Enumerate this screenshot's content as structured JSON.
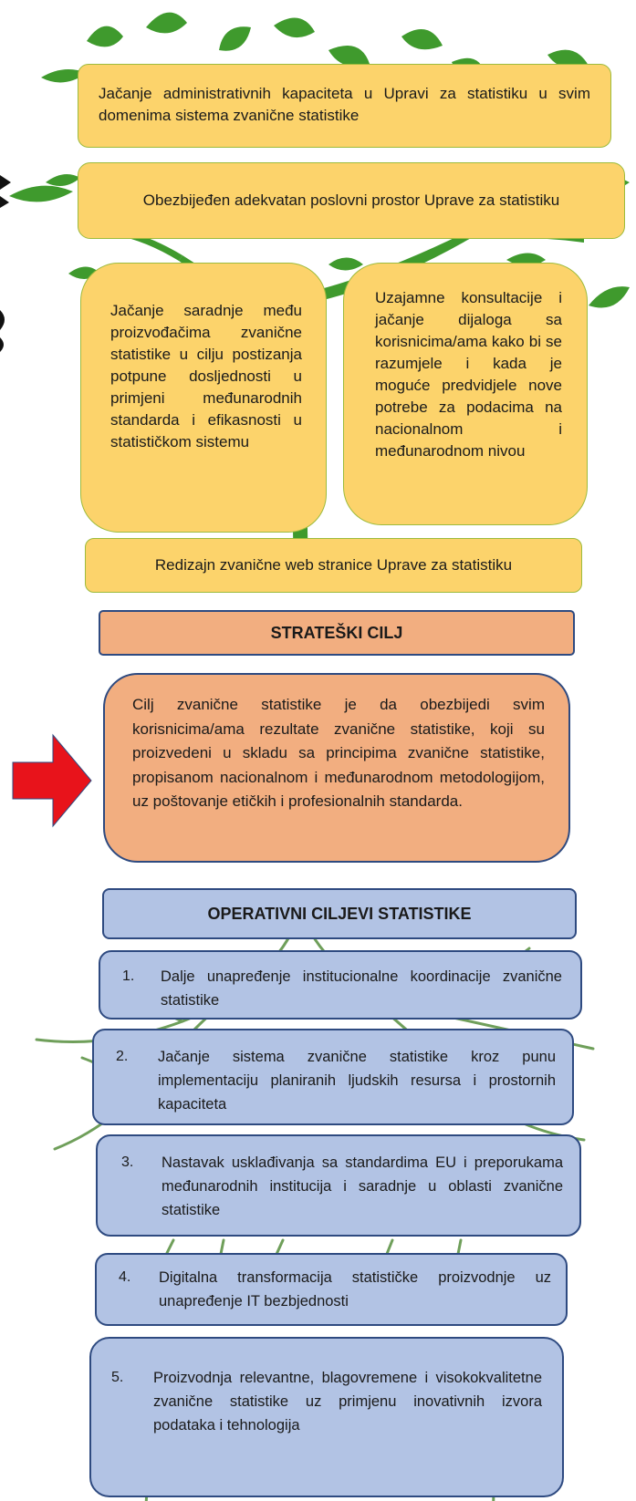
{
  "top_goals": [
    "Jačanje administrativnih kapaciteta u Upravi za statistiku u svim domenima sistema zvanične statistike",
    "Obezbijeđen adekvatan poslovni prostor Uprave za statistiku",
    "Jačanje saradnje među proizvođačima zvanične statistike u cilju postizanja potpune dosljednosti u primjeni međunarodnih standarda i efikasnosti u statističkom sistemu",
    "Uzajamne konsultacije i jačanje dijaloga sa korisnicima/ama kako bi se razumjele i kada je moguće predvidjele nove potrebe za podacima na nacionalnom i međunarodnom nivou",
    "Redizajn zvanične web stranice Uprave za statistiku"
  ],
  "strategic": {
    "heading": "STRATEŠKI CILJ",
    "text": "Cilj zvanične statistike je da obezbijedi svim korisnicima/ama rezultate zvanične statistike, koji su proizvedeni u skladu sa principima zvanične statistike, propisanom nacionalnom i međunarodnom metodologijom, uz poštovanje etičkih i profesionalnih standarda."
  },
  "operational": {
    "heading": "OPERATIVNI CILJEVI STATISTIKE",
    "items": [
      {
        "num": "1.",
        "text": "Dalje unapređenje institucionalne koordinacije zvanične statistike"
      },
      {
        "num": "2.",
        "text": "Jačanje sistema zvanične statistike kroz punu implementaciju planiranih ljudskih resursa i prostornih kapaciteta"
      },
      {
        "num": "3.",
        "text": "Nastavak usklađivanja sa standardima EU i preporukama međunarodnih institucija i saradnje u oblasti zvanične statistike"
      },
      {
        "num": "4.",
        "text": "Digitalna transformacija statističke proizvodnje uz unapređenje IT bezbjednosti"
      },
      {
        "num": "5.",
        "text": "Proizvodnja relevantne, blagovremene i visokokvalitetne zvanične statistike uz primjenu inovativnih izvora podataka i tehnologija"
      }
    ]
  },
  "colors": {
    "leaf_green": "#3f9a2d",
    "goal_yellow": "#fcd36b",
    "strategic_orange": "#f2ae80",
    "operational_blue": "#b2c3e4",
    "border_navy": "#2e4a80",
    "arrow_red": "#e8131b",
    "roots": "#6f9f5a"
  },
  "icons": [
    "tree-leaves-illustration",
    "tree-roots-illustration",
    "red-right-arrow-icon"
  ]
}
